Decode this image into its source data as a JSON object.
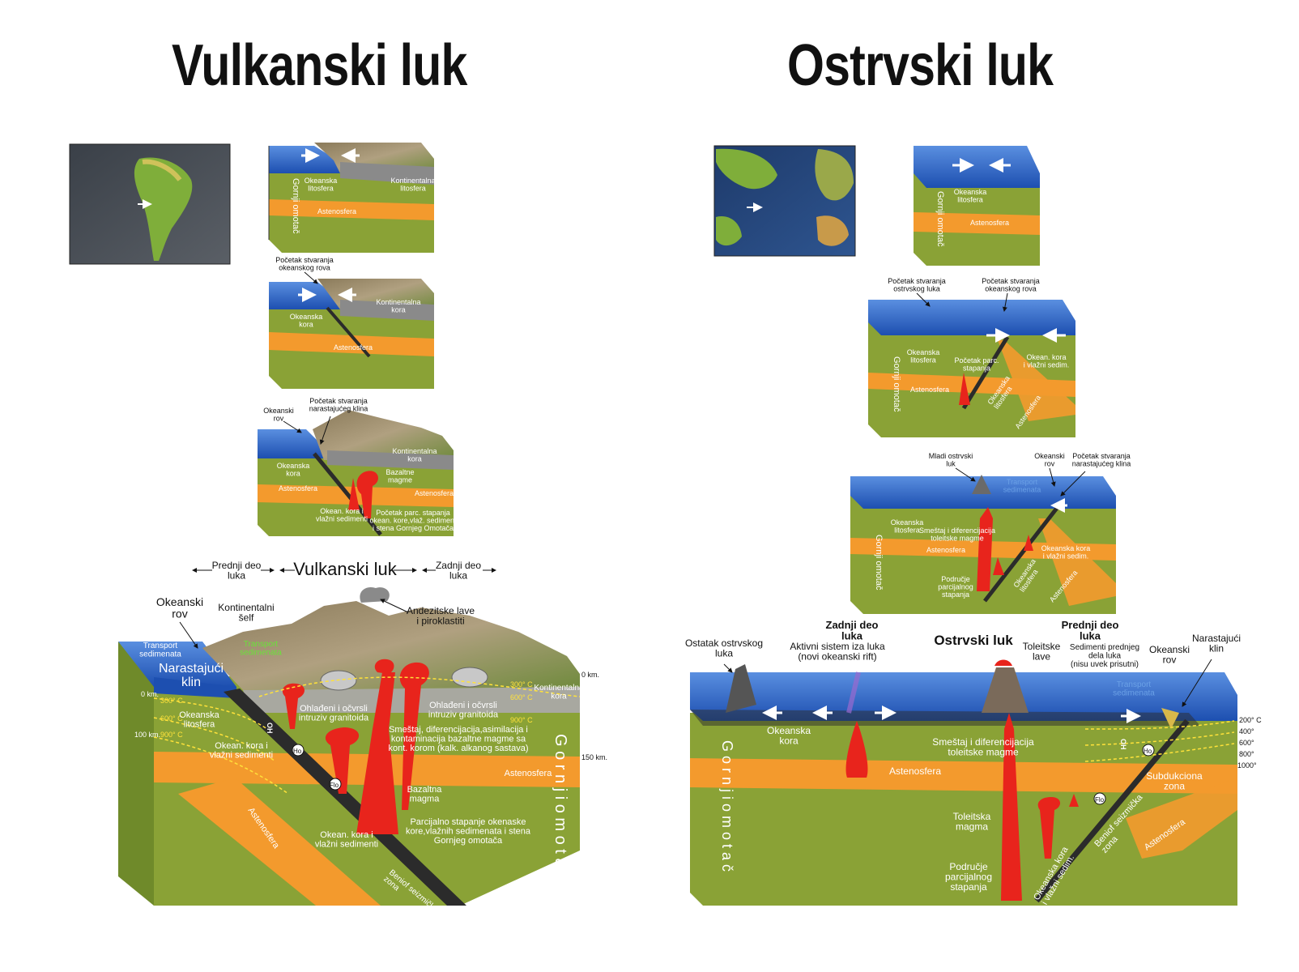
{
  "titles": {
    "left": "Vulkanski luk",
    "right": "Ostrvski luk"
  },
  "colors": {
    "ocean": "#2a63c4",
    "ocean_light": "#6aa0e6",
    "mantle": "#8aa236",
    "asthenosphere": "#f39a2d",
    "magma": "#e8241c",
    "slab": "#2b2b2b",
    "continent": "#a89070",
    "land": "#6b9e3a",
    "text_dark": "#111111",
    "text_light": "#ffffff"
  },
  "maps": {
    "left": {
      "icon": "south-america-map-icon"
    },
    "right": {
      "icon": "pacific-map-icon"
    }
  },
  "left_diagrams": {
    "d1": {
      "okeanska_litosfera": "Okeanska\nlitosfera",
      "kontinentalna_litosfera": "Kontinentalna\nlitosfera",
      "astenosfera": "Astenosfera",
      "gornji_omotac": "Gornji omotač"
    },
    "d2": {
      "pocetak": "Početak stvaranja\nokeanskog rova",
      "okeanska_kora": "Okeanska\nkora",
      "kontinentalna_kora": "Kontinentalna\nkora",
      "astenosfera": "Astenosfera"
    },
    "d3": {
      "okeanski_rov": "Okeanski\nrov",
      "pocetak_klina": "Početak stvaranja\nnarastajućeg klina",
      "kontinentalna_kora": "Kontinentalna\nkora",
      "okeanska_kora": "Okeanska\nkora",
      "bazaltne_magme": "Bazaltne\nmagme",
      "astenosfera_l": "Astenosfera",
      "astenosfera_r": "Astenosfera",
      "okean_kora_sed": "Okean. kora i\nvlažni sedimenti",
      "parc_stapanja": "Početak parc. stapanja\nokean. kore,vlaž. sedimen.\ni stena Gornjeg Omotača"
    }
  },
  "left_main": {
    "prednji_deo": "Prednji deo\nluka",
    "vulkanski_luk": "Vulkanski luk",
    "zadnji_deo": "Zadnji deo\nluka",
    "okeanski_rov": "Okeanski\nrov",
    "kontinentalni_self": "Kontinentalni\nšelf",
    "andezitske_lave": "Andezitske lave\ni piroklastiti",
    "transport_l": "Transport\nsedimenata",
    "transport_r": "Transport\nsedimenata",
    "narastajuci_klin": "Narastajući\nklin",
    "km0": "0 km.",
    "km0_right": "0 km.",
    "km100": "100 km.",
    "km150": "150 km.",
    "t300": "300° C",
    "t600": "600° C",
    "t900": "900° C",
    "t300r": "300° C",
    "t600r": "600° C",
    "t900r": "900° C",
    "okeanska_litosfera": "Okeanska\nlitosfera",
    "ohladeni_l": "Ohlađeni i očvrsli\nintruziv granitoida",
    "ohladeni_r": "Ohlađeni i očvrsli\nintruziv granitoida",
    "kontinentalna_kora": "Kontinentalna\nkora",
    "smestaj": "Smeštaj, diferencijacija,asimilacija i\nkontaminacija bazaltne magme  sa\nkont. korom  (kalk. alkanog sastava)",
    "okean_kora_sed": "Okean. kora i\nvlažni sedimenti",
    "astenosfera_r": "Astenosfera",
    "bazaltna_magma": "Bazaltna\nmagma",
    "parcijalno": "Parcijalno stapanje okenaske\nkore,vlažnih sedimenata i stena\nGornjeg omotača",
    "astenosfera_slant": "Astenosfera",
    "okean_kora_sed2": "Okean. kora i\nvlažni sedimenti",
    "benioff": "Beniof seizmička\nzona",
    "gornji_omotac": "G o r n j i   o m o t a č",
    "oh": "OH",
    "ho": "Ho",
    "flo": "Flo"
  },
  "right_diagrams": {
    "d1": {
      "okeanska_litosfera": "Okeanska\nlitosfera",
      "astenosfera": "Astenosfera",
      "gornji_omotac": "Gornji omotač"
    },
    "d2": {
      "pocetak_luka": "Početak stvaranja\nostrvskog luka",
      "pocetak_rova": "Početak stvaranja\nokeanskog rova",
      "okeanska_litosfera": "Okeanska\nlitosfera",
      "pocetak_parc": "Početak parc.\nstapanja",
      "okean_kora": "Okean. kora\ni vlažni sedim.",
      "astenosfera": "Astenosfera",
      "okeanska_lit_slab": "Okeanska\nlitosfera",
      "astenosfera_slab": "Astenosfera",
      "gornji_omotac": "Gornji omotač"
    },
    "d3": {
      "mladi_luk": "Mladi ostrvski\nluk",
      "okeanski_rov": "Okeanski\nrov",
      "pocetak_klina": "Početak stvaranja\nnarastajućeg klina",
      "transport": "Transport\nsedimenata",
      "okeanska_litosfera": "Okeanska\nlitosfera",
      "smestaj": "Smeštaj i diferencijacija\ntoleitske magme",
      "okeanska_kora": "Okeanska kora\ni vlažni sedim.",
      "astenosfera": "Astenosfera",
      "podrucje": "Područje\nparcijalnog\nstapanja",
      "okeanska_lit_slab": "Okeanska\nlitosfera",
      "astenosfera_slab": "Astenosfera",
      "gornji_omotac": "Gornji omotač"
    }
  },
  "right_main": {
    "ostatak": "Ostatak ostrvskog\nluka",
    "zadnji_deo": "Zadnji deo\nluka",
    "aktivni_sistem": "Aktivni sistem iza luka\n(novi okeanski rift)",
    "ostrvski_luk": "Ostrvski luk",
    "toleitske_lave": "Toleitske\nlave",
    "prednji_deo": "Prednji deo\nluka",
    "sedimenti": "Sedimenti prednjeg\ndela luka\n(nisu uvek prisutni)",
    "okeanski_rov": "Okeanski\nrov",
    "narastajuci_klin": "Narastajući\nklin",
    "transport": "Transport\nsedimenata",
    "okeanska_kora": "Okeanska\nkora",
    "smestaj": "Smeštaj i diferencijacija\ntoleitske magme",
    "astenosfera": "Astenosfera",
    "t200": "200° C",
    "t400": "400°",
    "t600": "600°",
    "t800": "800°",
    "t1000": "1000°",
    "subdukciona": "Subdukciona\nzona",
    "toleitska_magma": "Toleitska\nmagma",
    "benioff": "Beniof seizmička\nzona",
    "astenosfera_slab": "Astenosfera",
    "podrucje": "Područje\nparcijalnog\nstapanja",
    "okeanska_kora_sed": "Okeanska kora\ni vlažni sedim.",
    "gornji_omotac": "G o r n j i   o m o t a č",
    "oh": "OH",
    "ho": "Ho",
    "flo": "Flo"
  }
}
